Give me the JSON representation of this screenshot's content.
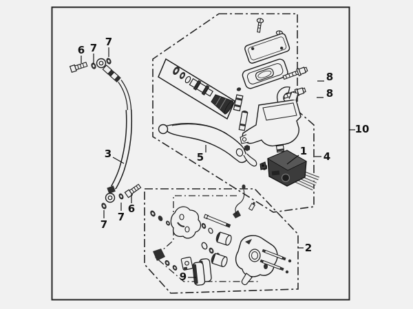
{
  "figure": {
    "type": "exploded-parts-diagram",
    "background_color": "#f1f1f1",
    "line_color": "#1a1a1a",
    "dark_fill_color": "#3a3a3a"
  },
  "callouts": [
    {
      "text": "6",
      "part": "banjo-bolt-upper"
    },
    {
      "text": "7",
      "part": "sealing-washer-upper-outer"
    },
    {
      "text": "7",
      "part": "sealing-washer-upper-inner"
    },
    {
      "text": "3",
      "part": "brake-hose"
    },
    {
      "text": "5",
      "part": "brake-lever"
    },
    {
      "text": "1",
      "part": "brake-light-switch"
    },
    {
      "text": "4",
      "part": "master-cylinder-assembly"
    },
    {
      "text": "8",
      "part": "clamp-bolt-upper"
    },
    {
      "text": "8",
      "part": "clamp-bolt-lower"
    },
    {
      "text": "10",
      "part": "front-brake-assembly"
    },
    {
      "text": "7",
      "part": "sealing-washer-lower-outer"
    },
    {
      "text": "7",
      "part": "sealing-washer-lower-inner"
    },
    {
      "text": "6",
      "part": "banjo-bolt-lower"
    },
    {
      "text": "9",
      "part": "brake-pads"
    },
    {
      "text": "2",
      "part": "caliper-assembly"
    }
  ]
}
